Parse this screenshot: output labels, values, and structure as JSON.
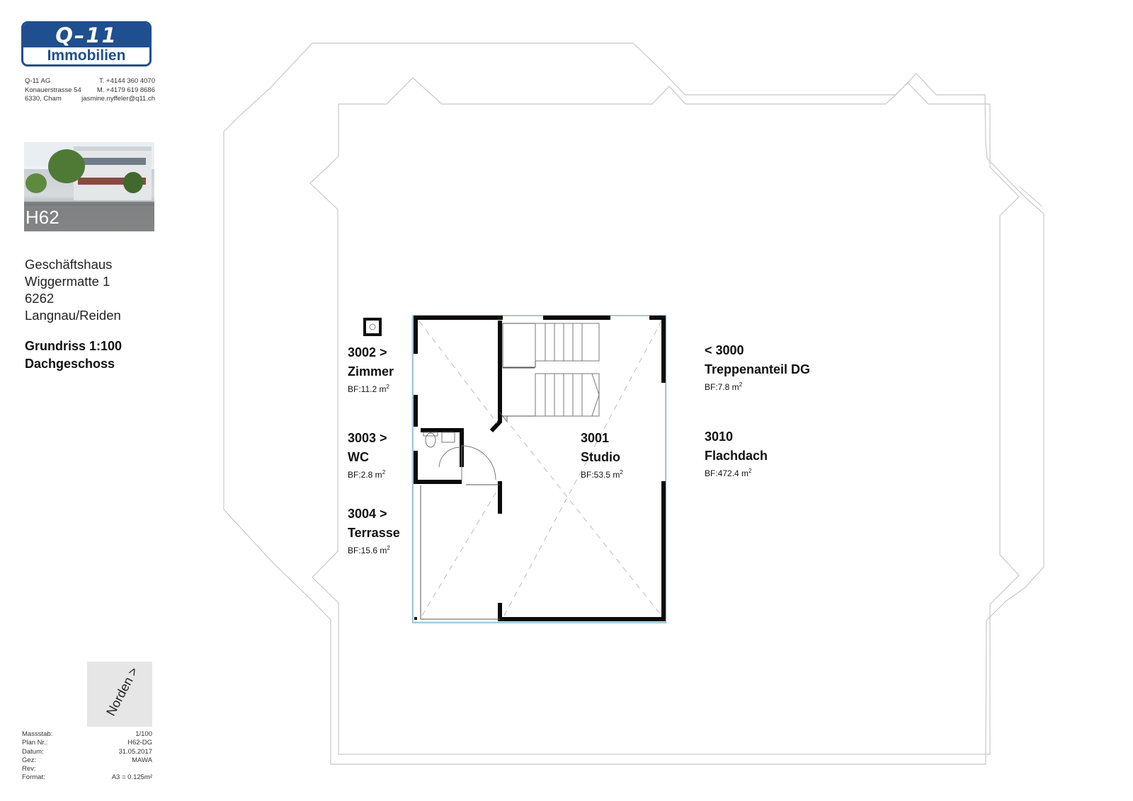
{
  "company": {
    "logo_top": "Q–11",
    "logo_bottom": "Immobilien",
    "contact_rows": [
      {
        "left": "Q-11 AG",
        "right": "T. +4144 360 4070"
      },
      {
        "left": "Konauerstrasse 54",
        "right": "M. +4179 619 8686"
      },
      {
        "left": "6330, Cham",
        "right": "jasmine.nyffeler@q11.ch"
      }
    ]
  },
  "property": {
    "code": "H62",
    "address_lines": [
      "Geschäftshaus",
      "Wiggermatte 1",
      "6262",
      "Langnau/Reiden"
    ]
  },
  "plan": {
    "title_line1": "Grundriss 1:100",
    "title_line2": "Dachgeschoss",
    "north_label": "Norden >"
  },
  "meta_rows": [
    {
      "label": "Massstab:",
      "value": "1/100"
    },
    {
      "label": "Plan Nr.:",
      "value": "H62-DG"
    },
    {
      "label": "Datum:",
      "value": "31.05.2017"
    },
    {
      "label": "Gez:",
      "value": "MAWA"
    },
    {
      "label": "Rev:",
      "value": ""
    },
    {
      "label": "Format:",
      "value": "A3 = 0.125m²"
    }
  ],
  "rooms": [
    {
      "id": "r3002",
      "number": "3002 >",
      "name": "Zimmer",
      "area": "BF:11.2 m",
      "unit_sup": "2"
    },
    {
      "id": "r3003",
      "number": "3003 >",
      "name": "WC",
      "area": "BF:2.8 m",
      "unit_sup": "2"
    },
    {
      "id": "r3004",
      "number": "3004 >",
      "name": "Terrasse",
      "area": "BF:15.6 m",
      "unit_sup": "2"
    },
    {
      "id": "r3001",
      "number": "3001",
      "name": "Studio",
      "area": "BF:53.5 m",
      "unit_sup": "2"
    },
    {
      "id": "r3000",
      "number": "< 3000",
      "name": "Treppenanteil DG",
      "area": "BF:7.8 m",
      "unit_sup": "2"
    },
    {
      "id": "r3010",
      "number": "3010",
      "name": "Flachdach",
      "area": "BF:472.4 m",
      "unit_sup": "2"
    }
  ]
}
